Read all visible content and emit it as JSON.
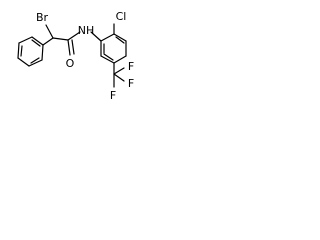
{
  "molecule": {
    "atom_labels": {
      "br": "Br",
      "o": "O",
      "nh": "NH",
      "cl": "Cl",
      "f_top_right": "F",
      "f_bottom": "F",
      "f_bottom_right": "F"
    }
  }
}
